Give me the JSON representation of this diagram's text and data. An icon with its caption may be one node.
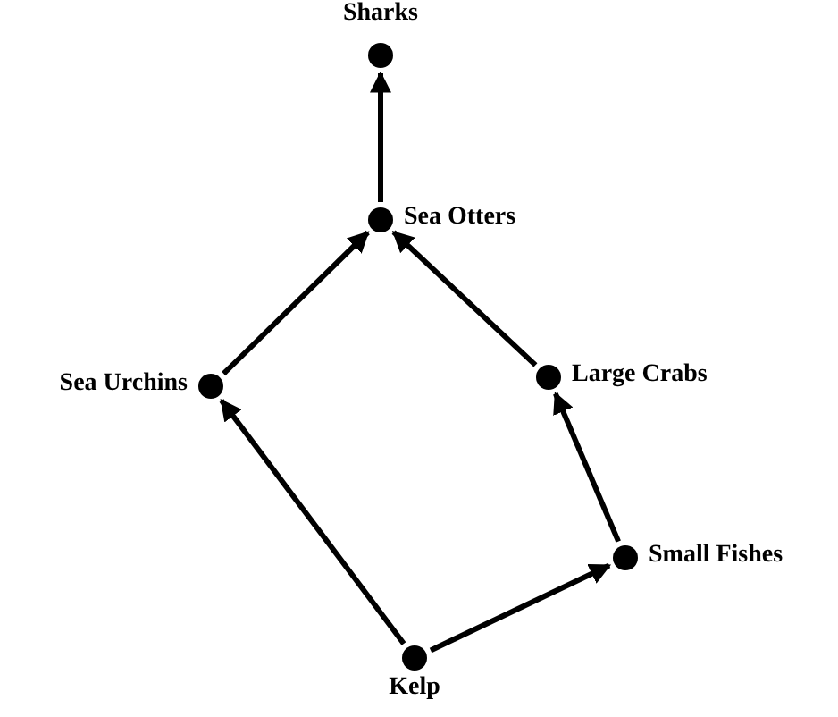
{
  "diagram": {
    "nodes": [
      {
        "text": [
          "Sharks"
        ]
      },
      {
        "text": [
          "Sea Otters"
        ]
      },
      {
        "text": [
          "Sea Urchins"
        ]
      },
      {
        "text": [
          "Large Crabs"
        ]
      },
      {
        "text": [
          "Small Fishes"
        ]
      },
      {
        "text": [
          "Kelp"
        ]
      }
    ],
    "edges": [
      {
        "from": 5,
        "to": 2,
        "arrow": "to"
      },
      {
        "from": 2,
        "to": 1,
        "arrow": "to"
      },
      {
        "from": 1,
        "to": 0,
        "arrow": "to"
      },
      {
        "from": 5,
        "to": 4,
        "arrow": "to"
      },
      {
        "from": 4,
        "to": 3,
        "arrow": "to"
      },
      {
        "from": 3,
        "to": 1,
        "arrow": "to"
      }
    ]
  }
}
